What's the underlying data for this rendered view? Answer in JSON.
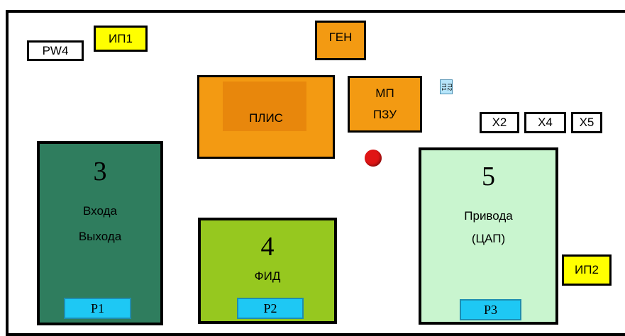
{
  "components": {
    "pw4": "PW4",
    "ip1": "ИП1",
    "ip2": "ИП2",
    "gen": "ГЕН",
    "plis": "ПЛИС",
    "mp_line1": "МП",
    "mp_line2": "ПЗУ",
    "jumper_line1": "П2",
    "jumper_line2": "П1",
    "x2": "X2",
    "x4": "X4",
    "x5": "X5"
  },
  "blocks": {
    "block3": {
      "number": "3",
      "line1": "Входа",
      "line2": "Выхода",
      "tab": "P1"
    },
    "block4": {
      "number": "4",
      "line1": "ФИД",
      "tab": "P2"
    },
    "block5": {
      "number": "5",
      "line1": "Привода",
      "line2": "(ЦАП)",
      "tab": "P3"
    }
  },
  "colors": {
    "orange": "#f39a12",
    "orange_dark": "#e8870c",
    "yellow": "#ffff00",
    "dark_green": "#2f7d5e",
    "lime_green": "#96c81f",
    "pale_green": "#c9f5cf",
    "tab_blue": "#1ec8f4",
    "light_blue": "#b7e6fb",
    "red_dot": "#e01515"
  }
}
